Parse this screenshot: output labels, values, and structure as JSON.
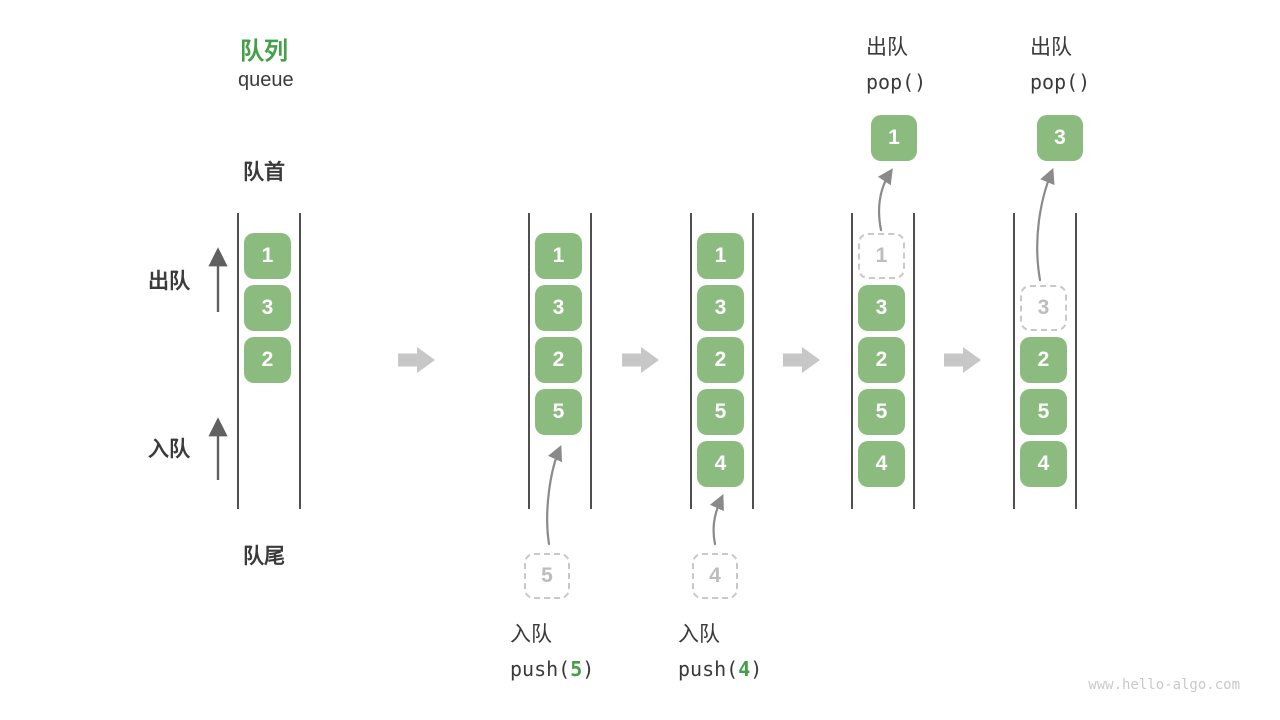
{
  "header": {
    "title": "队列",
    "subtitle": "queue"
  },
  "side_labels": {
    "front": "队首",
    "rear": "队尾",
    "dequeue": "出队",
    "enqueue": "入队"
  },
  "columns": [
    {
      "slots": [
        {
          "row": 0,
          "value": "1",
          "type": "solid"
        },
        {
          "row": 1,
          "value": "3",
          "type": "solid"
        },
        {
          "row": 2,
          "value": "2",
          "type": "solid"
        }
      ]
    },
    {
      "slots": [
        {
          "row": 0,
          "value": "1",
          "type": "solid"
        },
        {
          "row": 1,
          "value": "3",
          "type": "solid"
        },
        {
          "row": 2,
          "value": "2",
          "type": "solid"
        },
        {
          "row": 3,
          "value": "5",
          "type": "solid"
        }
      ],
      "pending": "5",
      "op_label": "入队",
      "code_pre": "push(",
      "code_arg": "5",
      "code_post": ")"
    },
    {
      "slots": [
        {
          "row": 0,
          "value": "1",
          "type": "solid"
        },
        {
          "row": 1,
          "value": "3",
          "type": "solid"
        },
        {
          "row": 2,
          "value": "2",
          "type": "solid"
        },
        {
          "row": 3,
          "value": "5",
          "type": "solid"
        },
        {
          "row": 4,
          "value": "4",
          "type": "solid"
        }
      ],
      "pending": "4",
      "op_label": "入队",
      "code_pre": "push(",
      "code_arg": "4",
      "code_post": ")"
    },
    {
      "slots": [
        {
          "row": 0,
          "value": "1",
          "type": "dashed"
        },
        {
          "row": 1,
          "value": "3",
          "type": "solid"
        },
        {
          "row": 2,
          "value": "2",
          "type": "solid"
        },
        {
          "row": 3,
          "value": "5",
          "type": "solid"
        },
        {
          "row": 4,
          "value": "4",
          "type": "solid"
        }
      ],
      "popped": "1",
      "op_label": "出队",
      "code": "pop()"
    },
    {
      "slots": [
        {
          "row": 1,
          "value": "3",
          "type": "dashed"
        },
        {
          "row": 2,
          "value": "2",
          "type": "solid"
        },
        {
          "row": 3,
          "value": "5",
          "type": "solid"
        },
        {
          "row": 4,
          "value": "4",
          "type": "solid"
        }
      ],
      "popped": "3",
      "op_label": "出队",
      "code": "pop()"
    }
  ],
  "watermark": "www.hello-algo.com",
  "colors": {
    "item_green": "#8CBB80",
    "accent_green": "#43A047",
    "dark_text": "#3A3A3A",
    "flow_arrow_gray": "#C7C7C7",
    "dashed_gray": "#C9C9C9",
    "connector_gray": "#8A8A8A"
  }
}
